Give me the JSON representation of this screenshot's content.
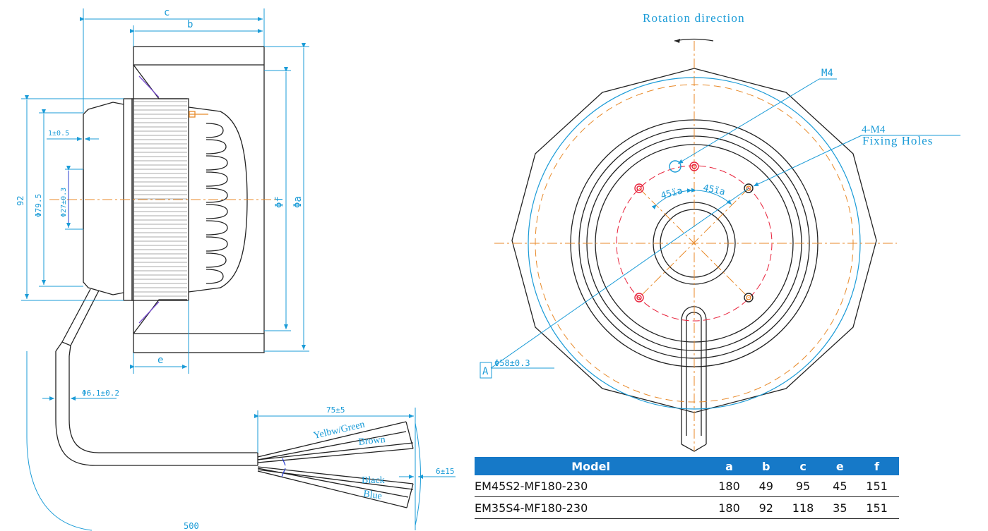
{
  "side_view": {
    "dims": {
      "c": "c",
      "b": "b",
      "e": "e",
      "phi_f": "Φf",
      "phi_a": "Φa",
      "d92": "92",
      "d79": "Φ79.5",
      "d27": "Φ27±0.3",
      "d1": "1±0.5",
      "cable": "Φ6.1±0.2"
    }
  },
  "cable_view": {
    "len_75": "75±5",
    "len_500": "500",
    "len_6": "6±15",
    "wires": {
      "yellow_green": "Yelbw/Green",
      "brown": "Brown",
      "black": "Black",
      "blue": "Blue"
    }
  },
  "front_view": {
    "rotation": "Rotation direction",
    "m4": "M4",
    "holes_qty": "4-M4",
    "holes_label": "Fixing Holes",
    "angle": "45ïa",
    "datum_letter": "A",
    "datum_dim": "Φ58±0.3"
  },
  "table": {
    "headers": [
      "Model",
      "a",
      "b",
      "c",
      "e",
      "f"
    ],
    "rows": [
      [
        "EM45S2-MF180-230",
        "180",
        "49",
        "95",
        "45",
        "151"
      ],
      [
        "EM35S4-MF180-230",
        "180",
        "92",
        "118",
        "35",
        "151"
      ]
    ]
  },
  "colors": {
    "dimension": "#1a9bd7",
    "centerline": "#e88a2a",
    "hidden": "#e8213a",
    "header": "#1679c8"
  }
}
